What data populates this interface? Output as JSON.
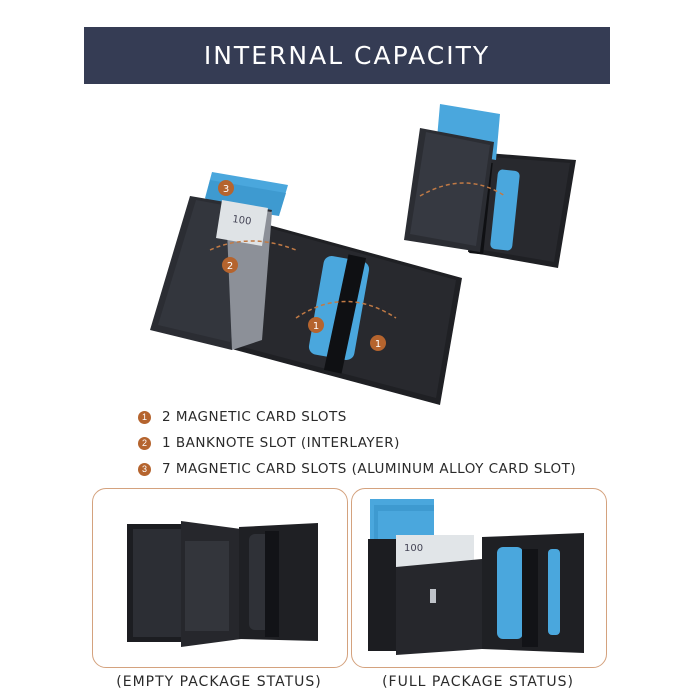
{
  "banner": {
    "title": "INTERNAL CAPACITY"
  },
  "hero": {
    "banknote_text": "100",
    "markers": [
      "3",
      "2",
      "1",
      "1"
    ]
  },
  "legend": {
    "items": [
      {
        "number": "1",
        "text": "2 MAGNETIC CARD SLOTS"
      },
      {
        "number": "2",
        "text": "1 BANKNOTE SLOT (INTERLAYER)"
      },
      {
        "number": "3",
        "text": "7 MAGNETIC CARD SLOTS (ALUMINUM ALLOY CARD SLOT)"
      }
    ]
  },
  "panels": {
    "left_caption": "(EMPTY PACKAGE STATUS)",
    "right_caption": "(FULL PACKAGE STATUS)",
    "right_banknote_text": "100"
  },
  "colors": {
    "banner": "#353c54",
    "accent": "#b5642e",
    "panel_border": "#d4a27e",
    "card_blue": "#4aa7dd",
    "wallet_black": "#1f2024"
  }
}
